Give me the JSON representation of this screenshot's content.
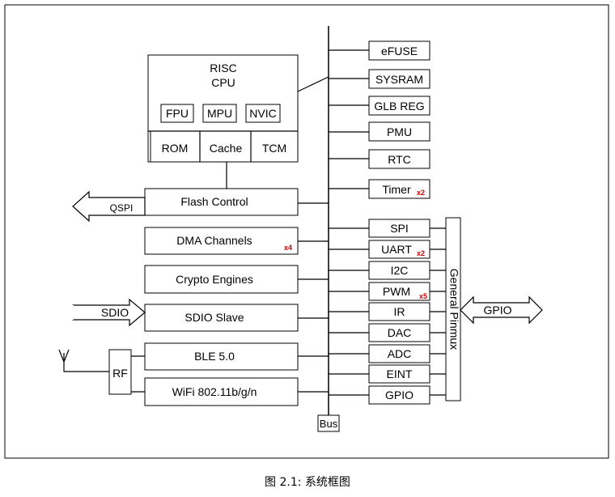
{
  "cpu": {
    "line1": "RISC",
    "line2": "CPU"
  },
  "cpu_units": [
    "FPU",
    "MPU",
    "NVIC"
  ],
  "memory": [
    "ROM",
    "Cache",
    "TCM"
  ],
  "left_blocks": {
    "flash": "Flash Control",
    "dma": "DMA Channels",
    "dma_mult": "x4",
    "crypto": "Crypto Engines",
    "sdio": "SDIO Slave",
    "ble": "BLE 5.0",
    "wifi": "WiFi 802.11b/g/n"
  },
  "external": {
    "qspi": "QSPI",
    "sdio": "SDIO",
    "rf": "RF",
    "gpio": "GPIO"
  },
  "bus": "Bus",
  "top_peripherals": [
    {
      "label": "eFUSE",
      "mult": ""
    },
    {
      "label": "SYSRAM",
      "mult": ""
    },
    {
      "label": "GLB REG",
      "mult": ""
    },
    {
      "label": "PMU",
      "mult": ""
    },
    {
      "label": "RTC",
      "mult": ""
    },
    {
      "label": "Timer",
      "mult": "x2"
    }
  ],
  "io_peripherals": [
    {
      "label": "SPI",
      "mult": ""
    },
    {
      "label": "UART",
      "mult": "x2"
    },
    {
      "label": "I2C",
      "mult": ""
    },
    {
      "label": "PWM",
      "mult": "x5"
    },
    {
      "label": "IR",
      "mult": ""
    },
    {
      "label": "DAC",
      "mult": ""
    },
    {
      "label": "ADC",
      "mult": ""
    },
    {
      "label": "EINT",
      "mult": ""
    },
    {
      "label": "GPIO",
      "mult": ""
    }
  ],
  "pinmux": "General Pinmux",
  "caption": {
    "prefix": "图 2.1:",
    "title": "系统框图"
  },
  "colors": {
    "line": "#000000",
    "multiplier": "#cc0000",
    "background": "#ffffff"
  }
}
